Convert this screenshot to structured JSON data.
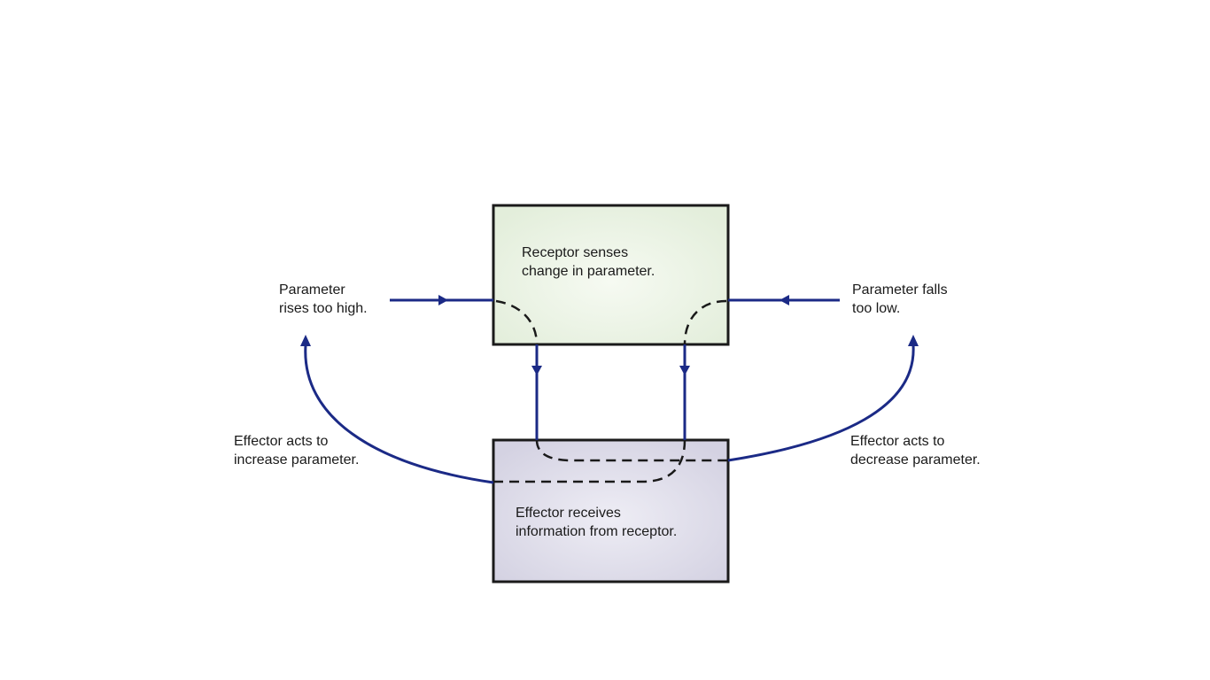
{
  "receptor": {
    "text": "Receptor senses\nchange in parameter."
  },
  "effector": {
    "text": "Effector receives\ninformation from receptor."
  },
  "labels": {
    "rises": "Parameter\nrises too high.",
    "falls": "Parameter falls\ntoo low.",
    "increase": "Effector acts to\nincrease parameter.",
    "decrease": "Effector acts to\ndecrease parameter."
  },
  "colors": {
    "arrow": "#1b2a86",
    "receptor_fill": "#e6f0e0",
    "effector_fill": "#d6d4e4",
    "border": "#1a1a1a"
  }
}
